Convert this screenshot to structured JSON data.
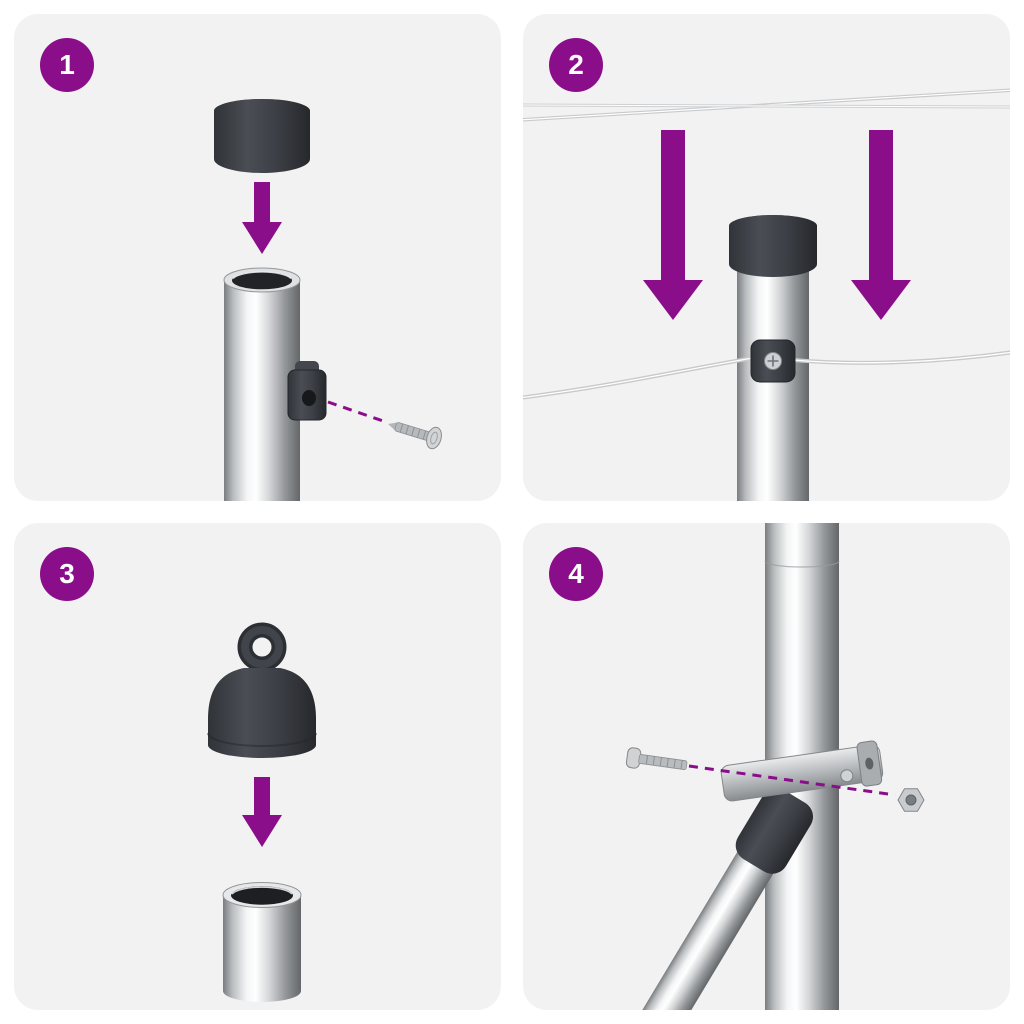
{
  "colors": {
    "accent": "#8a0d8a",
    "panel_bg": "#f2f2f3",
    "page_bg": "#ffffff",
    "badge_text": "#ffffff"
  },
  "steps": [
    {
      "number": "1"
    },
    {
      "number": "2"
    },
    {
      "number": "3"
    },
    {
      "number": "4"
    }
  ]
}
